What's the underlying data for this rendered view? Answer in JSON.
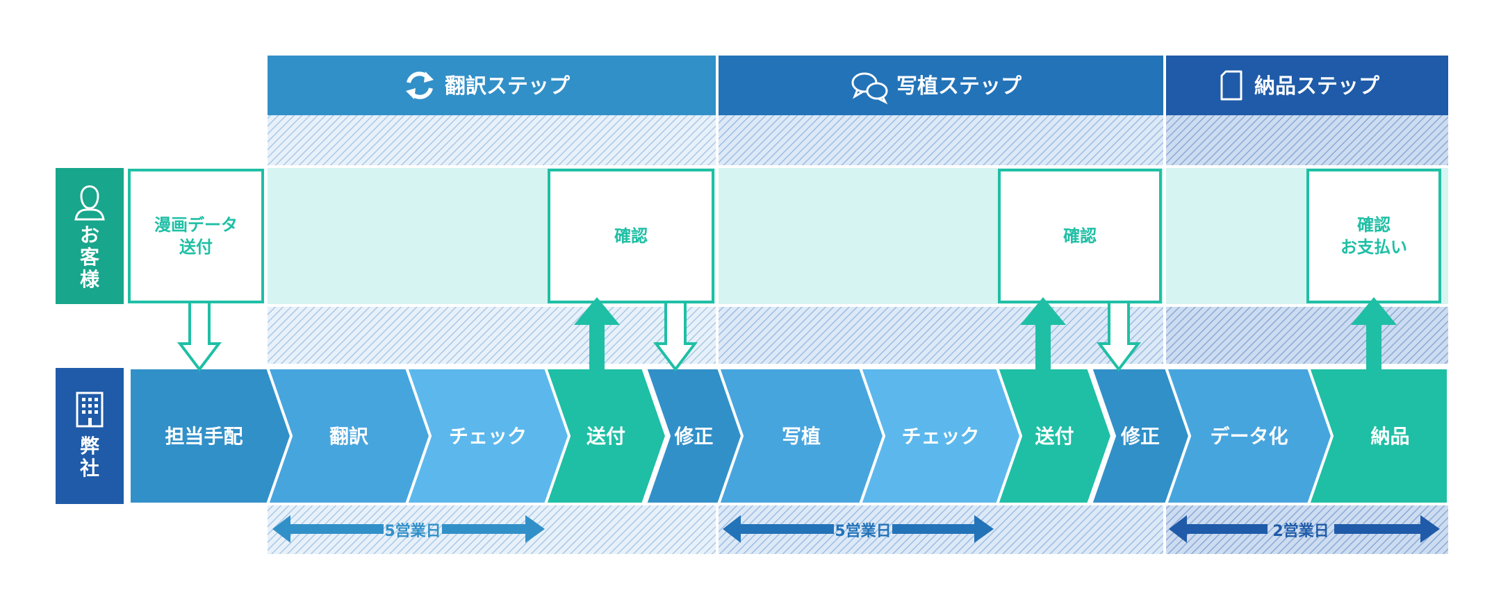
{
  "steps": [
    {
      "title": "翻訳ステップ",
      "icon": "refresh-icon",
      "color": "#3290c8",
      "period": "5営業日"
    },
    {
      "title": "写植ステップ",
      "icon": "chat-bubbles-icon",
      "color": "#2373b8",
      "period": "5営業日"
    },
    {
      "title": "納品ステップ",
      "icon": "document-icon",
      "color": "#1f5ba8",
      "period": "2営業日"
    }
  ],
  "lanes": {
    "customer": {
      "label": "お客様",
      "icon": "person-icon",
      "color": "#18a68c"
    },
    "company": {
      "label": "弊社",
      "icon": "building-icon",
      "color": "#1f5ba8"
    }
  },
  "customer_tasks": [
    {
      "label": [
        "漫画データ",
        "送付"
      ]
    },
    {
      "label": [
        "確認"
      ]
    },
    {
      "label": [
        "確認"
      ]
    },
    {
      "label": [
        "確認",
        "お支払い"
      ]
    }
  ],
  "process": [
    "担当手配",
    "翻訳",
    "チェック",
    "送付",
    "修正",
    "写植",
    "チェック",
    "送付",
    "修正",
    "データ化",
    "納品"
  ],
  "colors": {
    "teal": "#1fbfa5",
    "mid_blue": "#3290c8",
    "light_blue": "#47a5de",
    "lighter_blue": "#5cb8ec",
    "pale_teal": "#d6f4f1"
  }
}
